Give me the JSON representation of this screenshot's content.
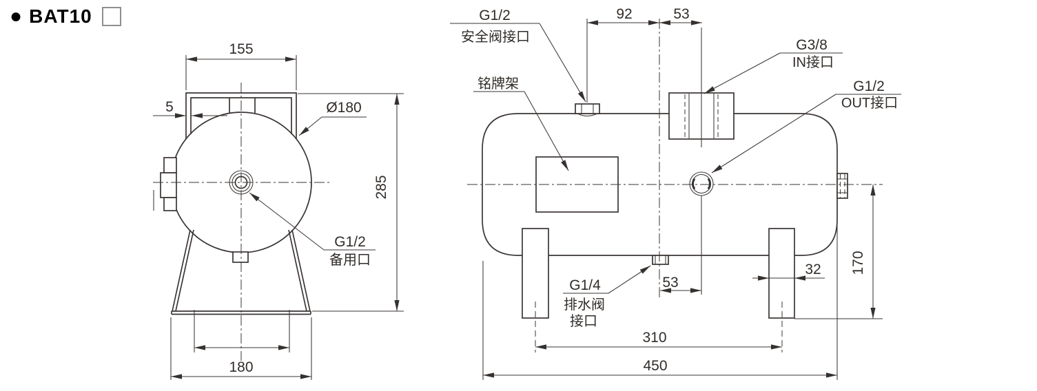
{
  "title": {
    "bullet": "●",
    "model": "BAT10"
  },
  "left_view": {
    "dims": {
      "bracket_width": "155",
      "plate_thickness": "5",
      "diameter": "Ø180",
      "overall_height": "285",
      "base_width": "180"
    },
    "labels": {
      "spare_thread": "G1/2",
      "spare_name": "备用口"
    }
  },
  "right_view": {
    "dims": {
      "safety_to_center": "92",
      "center_to_in": "53",
      "drain_to_out": "53",
      "leg_width": "32",
      "center_to_base": "170",
      "leg_pitch": "310",
      "overall_length": "450"
    },
    "labels": {
      "safety_thread": "G1/2",
      "safety_name": "安全阀接口",
      "nameplate": "铭牌架",
      "in_thread": "G3/8",
      "in_name": "IN接口",
      "out_thread": "G1/2",
      "out_name": "OUT接口",
      "drain_thread": "G1/4",
      "drain_name_line1": "排水阀",
      "drain_name_line2": "接口"
    }
  },
  "colors": {
    "line": "#3a3533",
    "text": "#312c29",
    "title_box_outline": "#8f8f8f"
  }
}
